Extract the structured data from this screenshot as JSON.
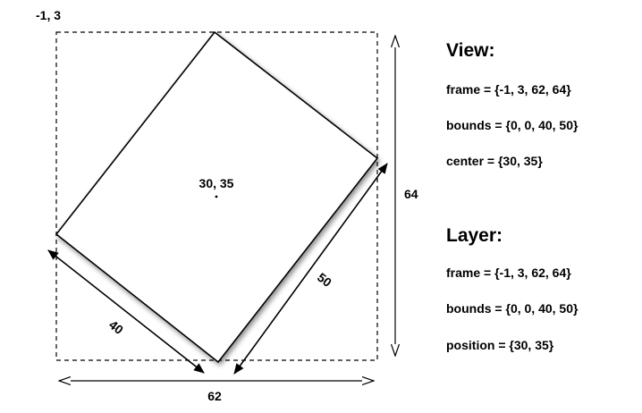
{
  "diagram": {
    "origin_label": "-1, 3",
    "center_label": "30, 35",
    "width_label": "62",
    "height_label": "64",
    "side_short_label": "40",
    "side_long_label": "50",
    "colors": {
      "stroke": "#000000",
      "shadow": "#8a8a8a",
      "background": "#ffffff"
    }
  },
  "view": {
    "title": "View:",
    "frame": "frame = {-1, 3, 62, 64}",
    "bounds": "bounds = {0, 0, 40, 50}",
    "center": "center = {30, 35}"
  },
  "layer": {
    "title": "Layer:",
    "frame": "frame = {-1, 3, 62, 64}",
    "bounds": "bounds = {0, 0, 40, 50}",
    "position": "position = {30, 35}"
  }
}
